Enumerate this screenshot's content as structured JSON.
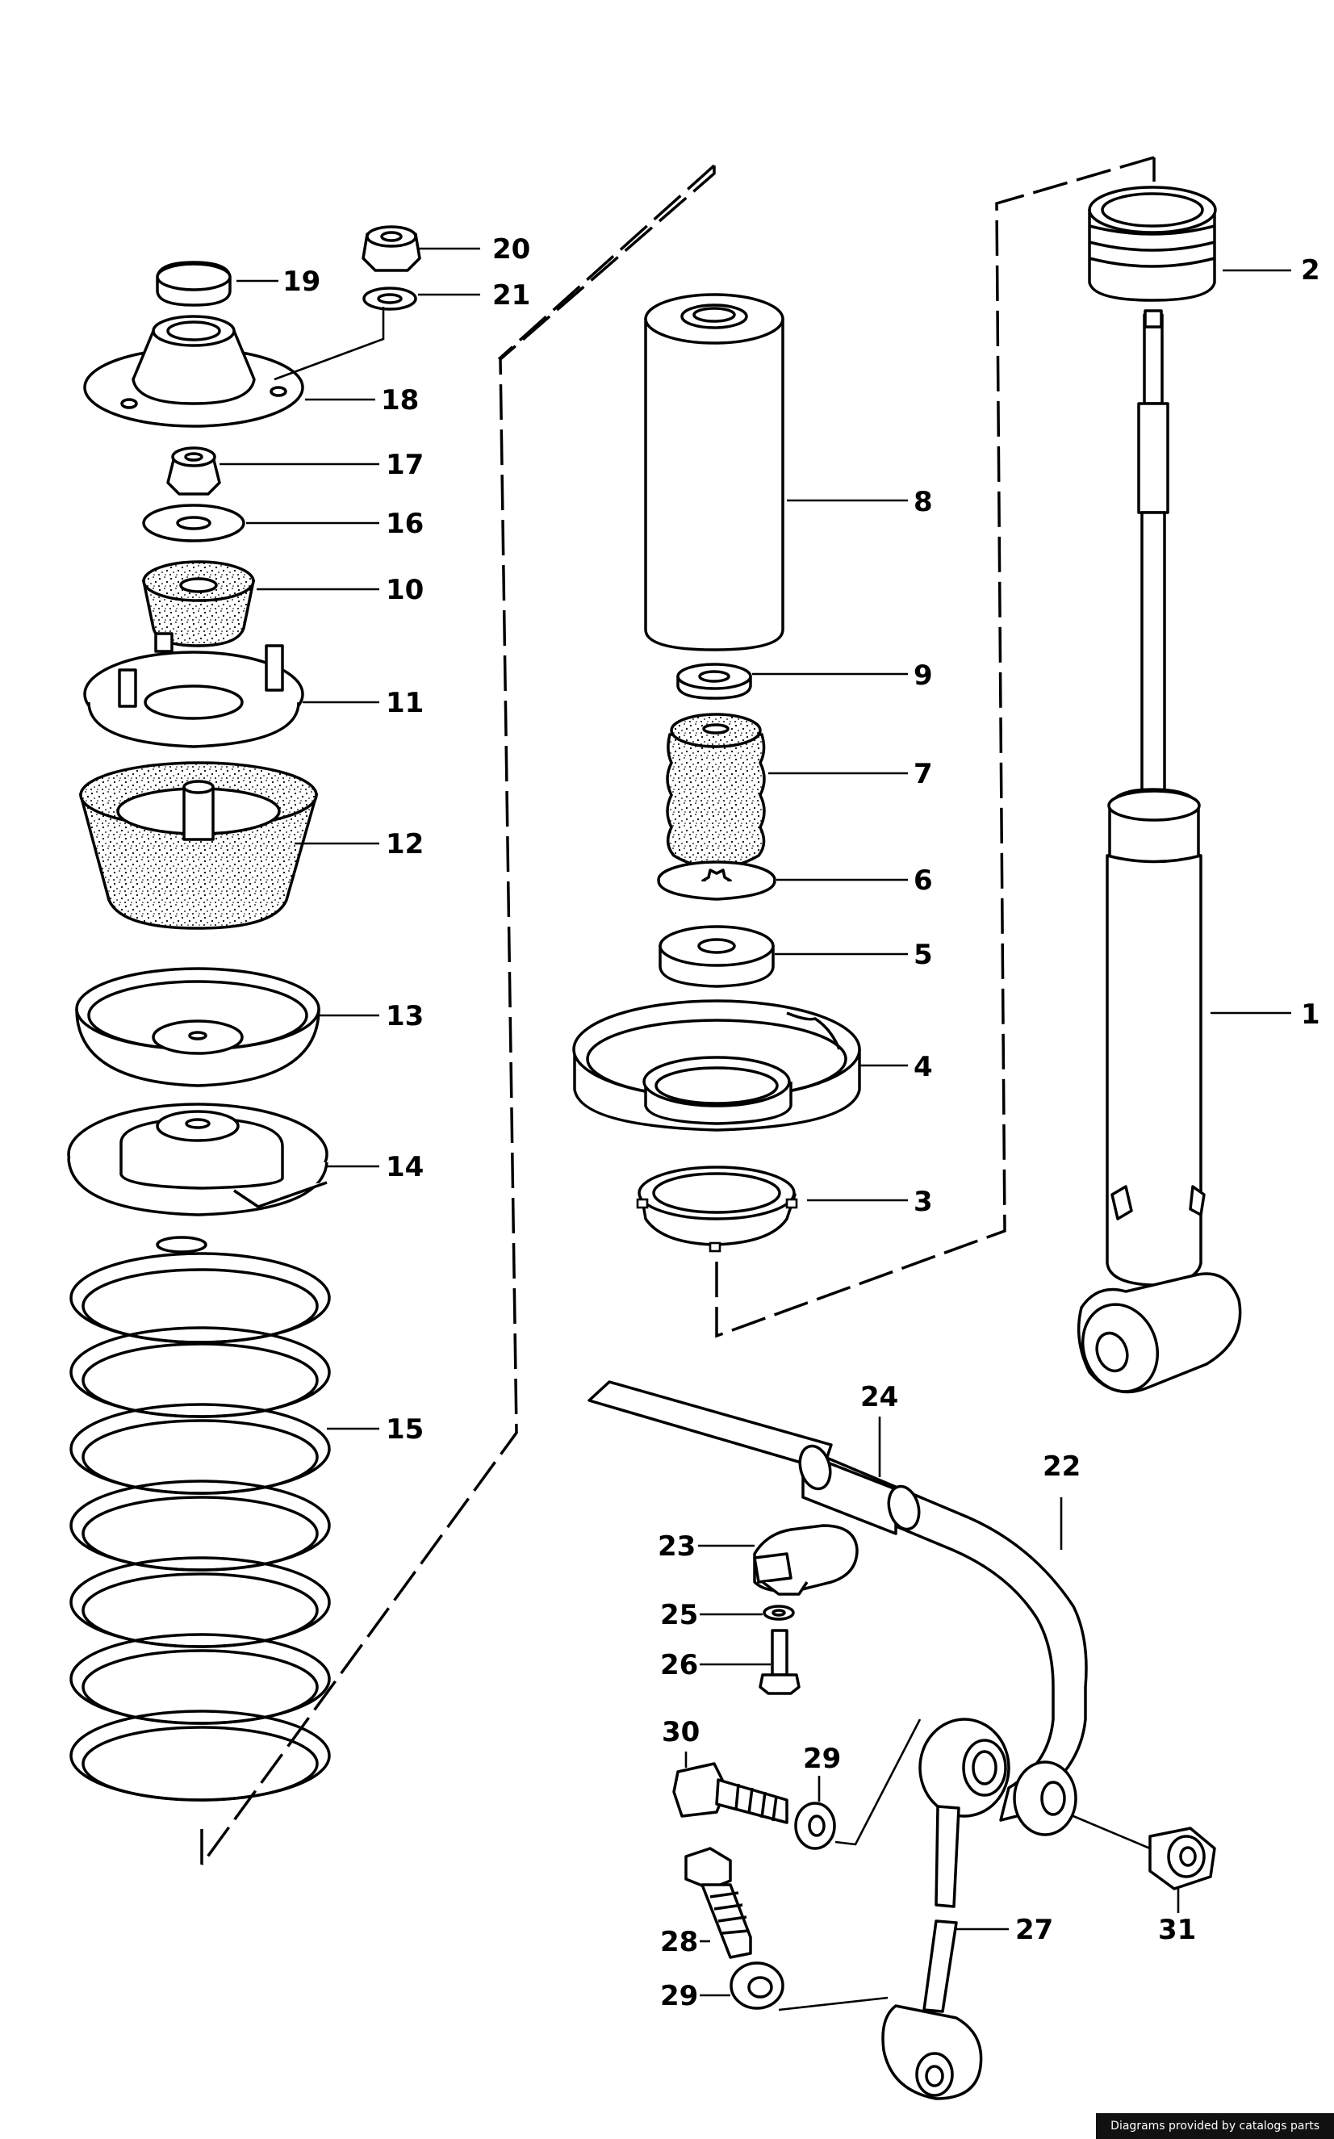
{
  "labels": [
    "1",
    "2",
    "3",
    "4",
    "5",
    "6",
    "7",
    "8",
    "9",
    "10",
    "11",
    "12",
    "13",
    "14",
    "15",
    "16",
    "17",
    "18",
    "19",
    "20",
    "21",
    "22",
    "23",
    "24",
    "25",
    "26",
    "27",
    "28",
    "29",
    "30",
    "31"
  ],
  "footer_text": "Diagrams provided by catalogs parts",
  "colors": {
    "line": "#000000",
    "background": "#ffffff",
    "footer_bg": "#111111",
    "footer_text": "#ffffff"
  }
}
